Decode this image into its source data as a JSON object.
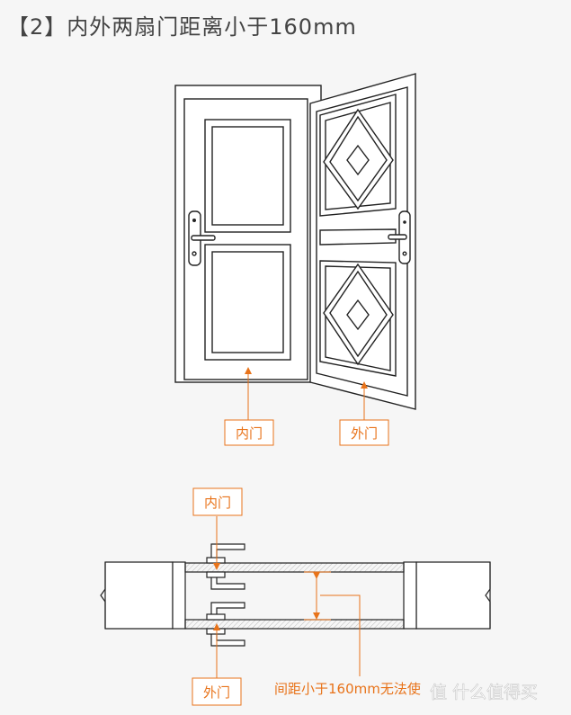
{
  "heading": "【2】内外两扇门距离小于160mm",
  "labels": {
    "inner_door_top": "内门",
    "outer_door_top": "外门",
    "inner_door_bottom": "内门",
    "outer_door_bottom": "外门",
    "note": "间距小于160mm无法使",
    "watermark": "值 什么值得买"
  },
  "colors": {
    "accent": "#e8731a",
    "line": "#222222",
    "background": "#f6f6f6",
    "hatch": "#d9d9d9"
  },
  "icons": [
    "door-lock-icon",
    "door-lock-icon",
    "diamond-panel",
    "watermark-logo"
  ]
}
